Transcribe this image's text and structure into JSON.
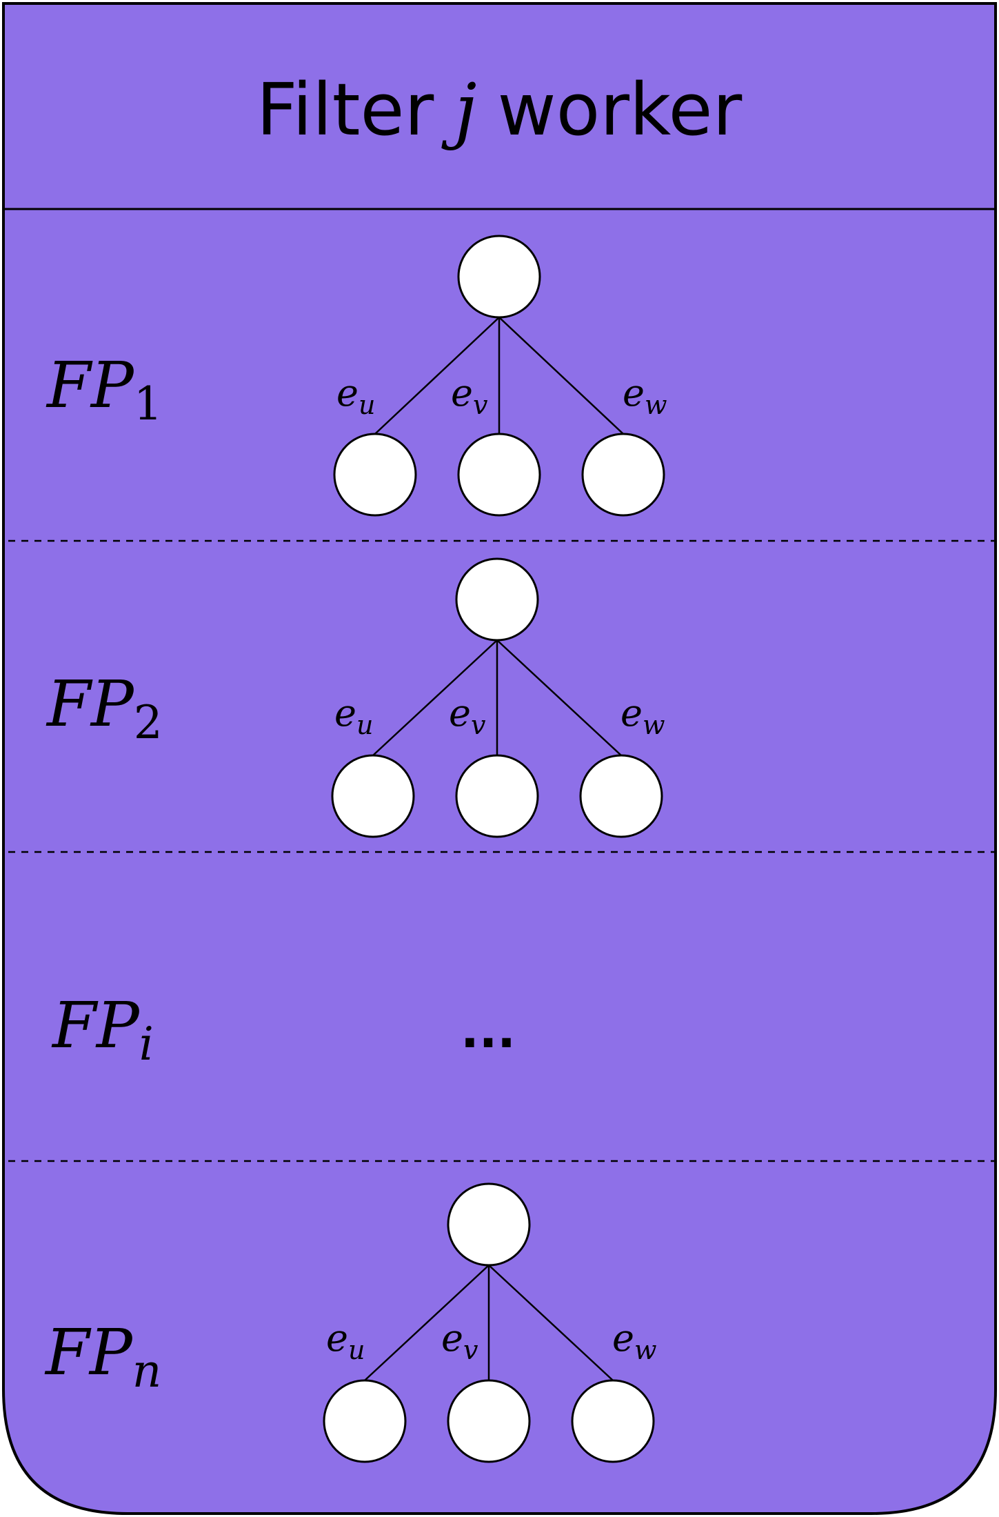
{
  "header": {
    "title_prefix": "Filter",
    "title_var": "j",
    "title_suffix": "worker"
  },
  "colors": {
    "panel_fill": "#8e70e8",
    "stroke": "#000000",
    "node_fill": "#ffffff"
  },
  "sections": [
    {
      "label_main": "FP",
      "label_sub": "1",
      "sub_italic": false,
      "tree": true,
      "edges": [
        {
          "base": "e",
          "sub": "u"
        },
        {
          "base": "e",
          "sub": "v"
        },
        {
          "base": "e",
          "sub": "w"
        }
      ]
    },
    {
      "label_main": "FP",
      "label_sub": "2",
      "sub_italic": false,
      "tree": true,
      "edges": [
        {
          "base": "e",
          "sub": "u"
        },
        {
          "base": "e",
          "sub": "v"
        },
        {
          "base": "e",
          "sub": "w"
        }
      ]
    },
    {
      "label_main": "FP",
      "label_sub": "i",
      "sub_italic": true,
      "tree": false,
      "placeholder": "..."
    },
    {
      "label_main": "FP",
      "label_sub": "n",
      "sub_italic": true,
      "tree": true,
      "edges": [
        {
          "base": "e",
          "sub": "u"
        },
        {
          "base": "e",
          "sub": "v"
        },
        {
          "base": "e",
          "sub": "w"
        }
      ]
    }
  ]
}
